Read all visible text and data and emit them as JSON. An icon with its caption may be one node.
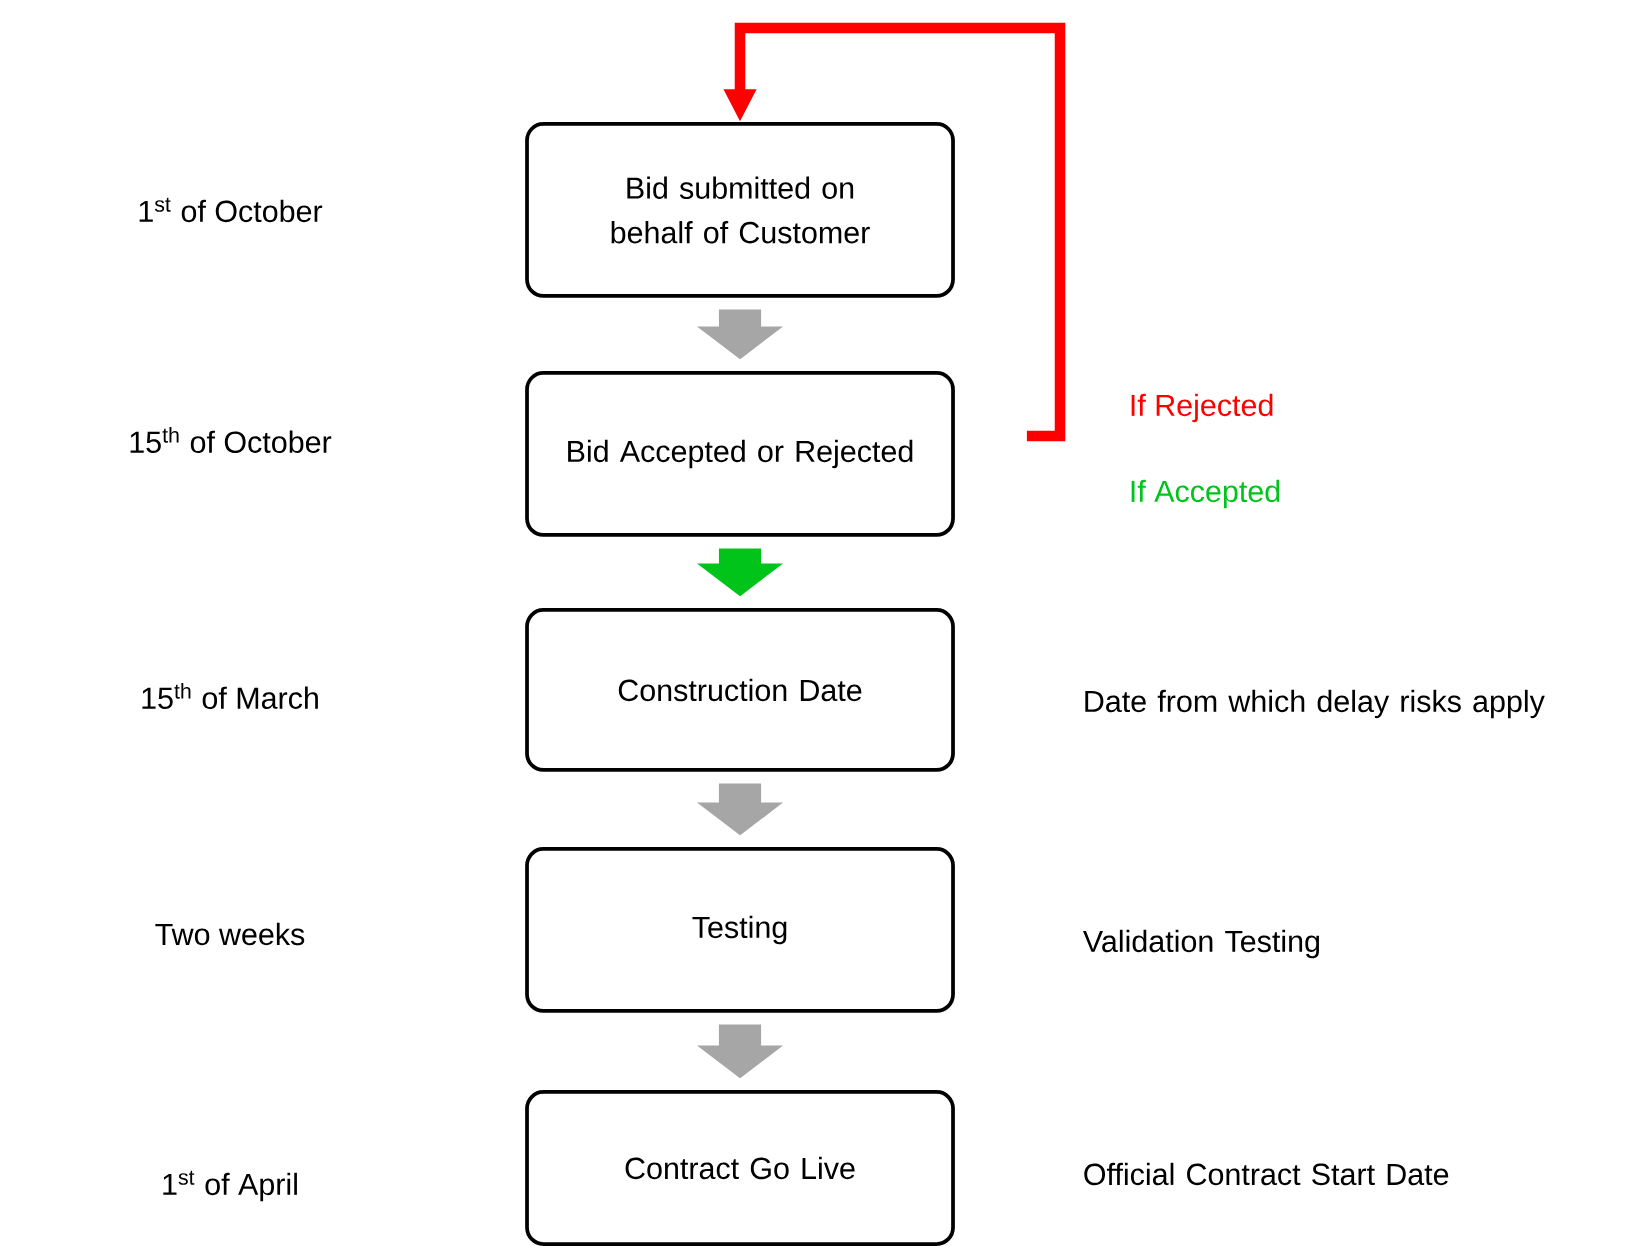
{
  "diagram": {
    "nodes": [
      {
        "text": [
          "Bid submitted on behalf of Customer"
        ]
      },
      {
        "text": [
          "Bid Accepted or Rejected"
        ]
      },
      {
        "text": [
          "Construction Date"
        ]
      },
      {
        "text": [
          "Testing"
        ]
      },
      {
        "text": [
          "Contract Go Live"
        ]
      }
    ],
    "edges": [
      {
        "from": 0,
        "to": 1,
        "arrow": "to"
      },
      {
        "from": 1,
        "to": 2,
        "arrow": "to",
        "color": "#00c41a"
      },
      {
        "from": 2,
        "to": 3,
        "arrow": "to"
      },
      {
        "from": 3,
        "to": 4,
        "arrow": "to"
      },
      {
        "from": 1,
        "to": 0,
        "arrow": "to",
        "color": "#ff0000",
        "label": "If Rejected"
      }
    ],
    "labels": [
      "1$^{st}$ of October",
      "15$^{th}$ of October",
      "If Accepted",
      "15$^{th}$ of March",
      "Date from which delay risks apply",
      "Two weeks",
      "Validation Testing",
      "1$^{st}$ of April",
      "Official Contract Start Date"
    ]
  }
}
